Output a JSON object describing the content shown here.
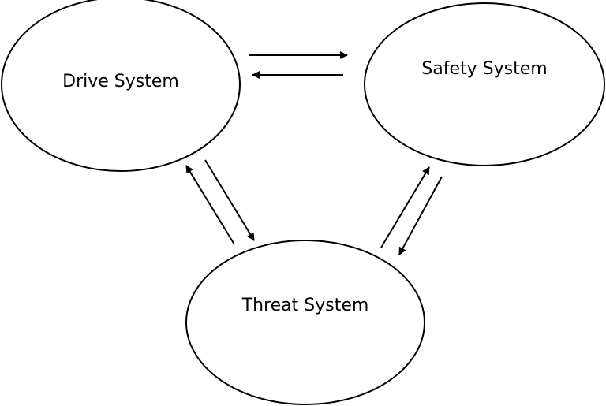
{
  "diagram": {
    "nodes": {
      "drive": {
        "label": "Drive System"
      },
      "safety": {
        "label": "Safety System"
      },
      "threat": {
        "label": "Threat System"
      }
    },
    "edges": [
      {
        "from": "Drive System",
        "to": "Safety System"
      },
      {
        "from": "Safety System",
        "to": "Drive System"
      },
      {
        "from": "Drive System",
        "to": "Threat System"
      },
      {
        "from": "Threat System",
        "to": "Drive System"
      },
      {
        "from": "Threat System",
        "to": "Safety System"
      },
      {
        "from": "Safety System",
        "to": "Threat System"
      }
    ],
    "colors": {
      "stroke": "#000000",
      "fill": "#ffffff",
      "text": "#000000"
    }
  }
}
